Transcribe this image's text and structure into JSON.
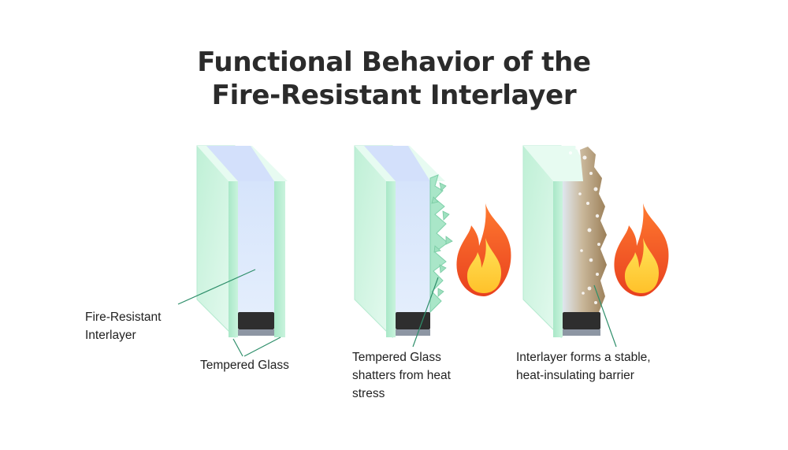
{
  "title": {
    "line1": "Functional Behavior of the",
    "line2": "Fire-Resistant Interlayer"
  },
  "panels": [
    {
      "id": "intact",
      "labels": {
        "interlayer_line1": "Fire-Resistant",
        "interlayer_line2": "Interlayer",
        "glass": "Tempered Glass"
      }
    },
    {
      "id": "shattering",
      "labels": {
        "line1": "Tempered Glass",
        "line2": "shatters from heat",
        "line3": "stress"
      },
      "fire": true
    },
    {
      "id": "insulating",
      "labels": {
        "line1": "Interlayer forms a stable,",
        "line2": "heat-insulating barrier"
      },
      "fire": true
    }
  ],
  "colors": {
    "glass_face": "#cdf3df",
    "glass_side": "#aeeacb",
    "interlayer": "#dce8fb",
    "spacer": "#2e2e2e",
    "foam": "#a08560",
    "flame_outer": "#f0502a",
    "flame_inner": "#ffd23a",
    "leader": "#2f8f6b"
  },
  "icons": [
    "flame-icon",
    "flame-icon"
  ]
}
